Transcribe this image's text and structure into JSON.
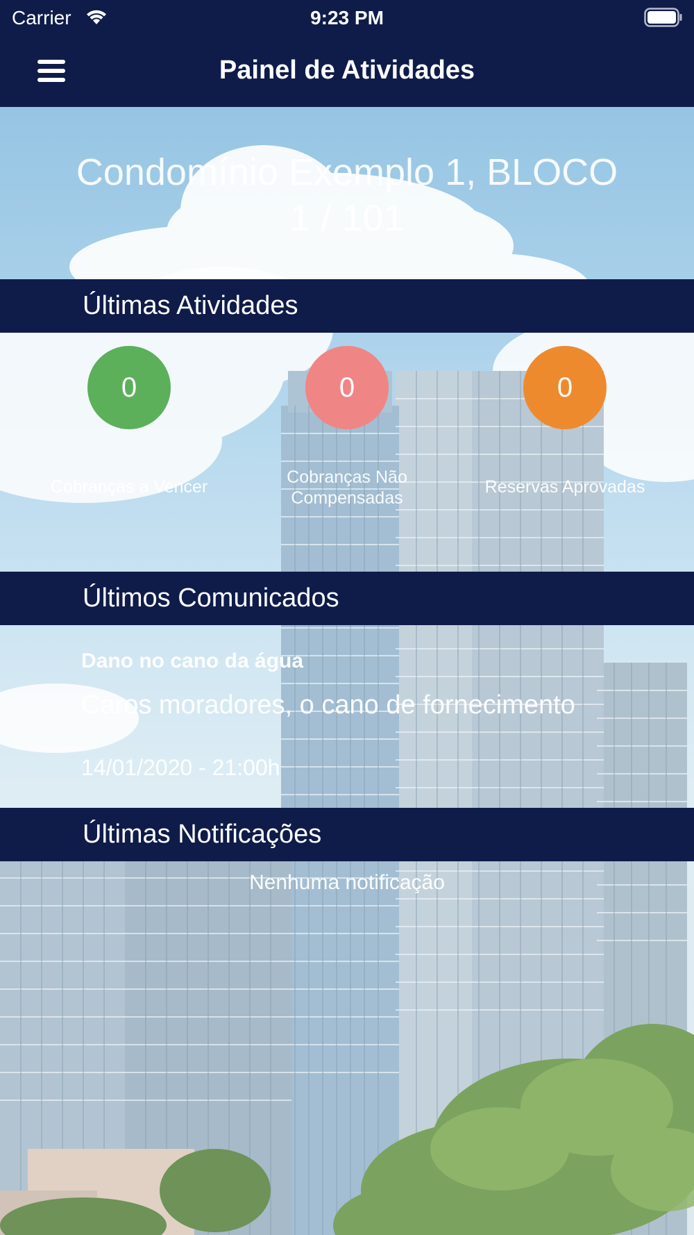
{
  "status_bar": {
    "carrier": "Carrier",
    "time": "9:23 PM"
  },
  "nav": {
    "title": "Painel de Atividades",
    "menu_icon": "hamburger-menu-icon"
  },
  "hero": {
    "condo_line1": "Condomínio Exemplo 1, BLOCO",
    "condo_line2": "1 / 101"
  },
  "activities": {
    "header": "Últimas Atividades",
    "counters": [
      {
        "value": "0",
        "label": "Cobranças a Vencer",
        "color": "#5cb05a"
      },
      {
        "value": "0",
        "label_line1": "Cobranças Não",
        "label_line2": "Compensadas",
        "color": "#f08585"
      },
      {
        "value": "0",
        "label": "Reservas Aprovadas",
        "color": "#ee8a2e"
      }
    ]
  },
  "announcements": {
    "header": "Últimos Comunicados",
    "items": [
      {
        "title": "Dano no cano da água",
        "body": "Caros moradores, o cano de fornecimento",
        "date": "14/01/2020 - 21:00h"
      }
    ]
  },
  "notifications": {
    "header": "Últimas Notificações",
    "empty_message": "Nenhuma notificação"
  },
  "colors": {
    "navy": "#0f1c4a"
  }
}
